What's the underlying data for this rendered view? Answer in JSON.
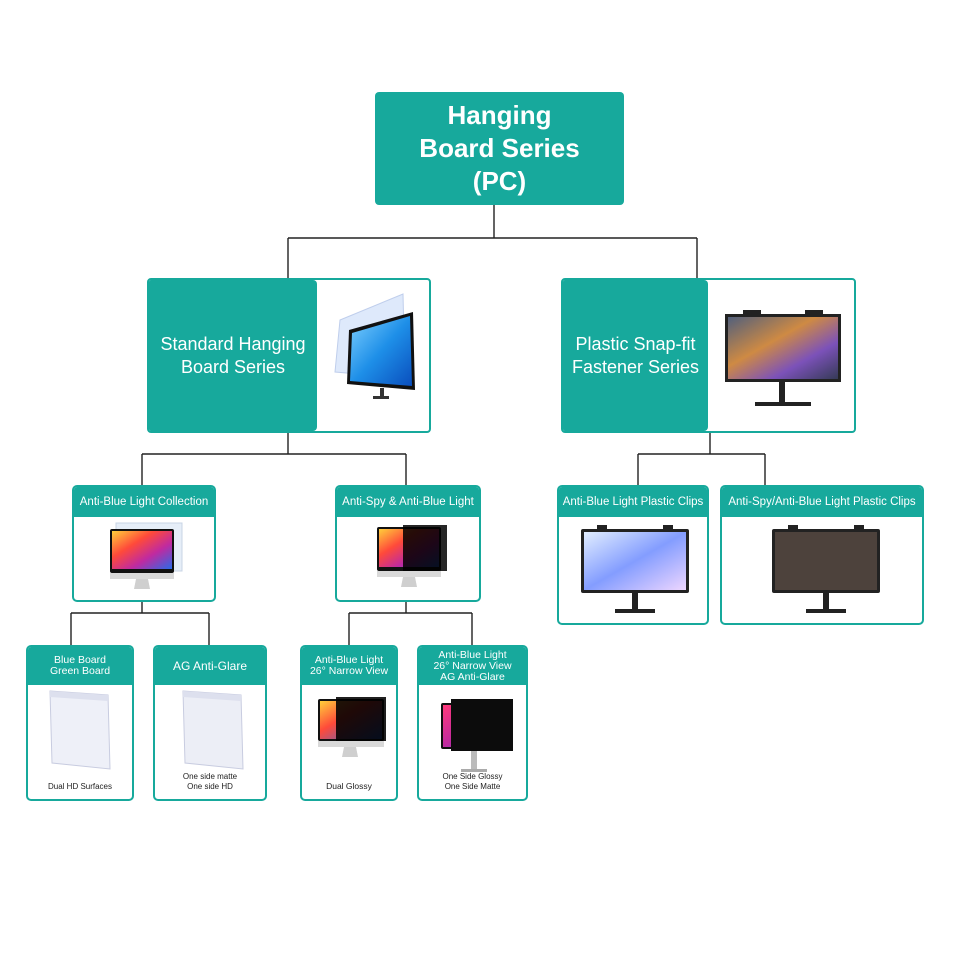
{
  "root": {
    "title": "Hanging\nBoard Series\n(PC)"
  },
  "series": [
    {
      "label": "Standard Hanging\nBoard Series",
      "image_icon": "monitor-with-blue-light-board-icon"
    },
    {
      "label": "Plastic Snap-fit\nFastener Series",
      "image_icon": "monitor-with-clip-filter-icon"
    }
  ],
  "collections": [
    {
      "title": "Anti-Blue Light Collection",
      "image_icon": "colorful-monitor-with-board-icon"
    },
    {
      "title": "Anti-Spy & Anti-Blue Light",
      "image_icon": "privacy-monitor-icon"
    },
    {
      "title": "Anti-Blue Light Plastic Clips",
      "image_icon": "monitor-with-clear-clip-filter-icon"
    },
    {
      "title": "Anti-Spy/Anti-Blue Light Plastic Clips",
      "image_icon": "monitor-with-dark-clip-filter-icon"
    }
  ],
  "variants": [
    {
      "title": "Blue Board\nGreen Board",
      "caption": "Dual HD Surfaces",
      "image_icon": "clear-acrylic-board-icon"
    },
    {
      "title": "AG Anti-Glare",
      "caption": "One side matte\nOne side HD",
      "image_icon": "matte-acrylic-board-icon"
    },
    {
      "title": "Anti-Blue Light\n26° Narrow View",
      "caption": "Dual Glossy",
      "image_icon": "privacy-filter-monitor-icon"
    },
    {
      "title": "Anti-Blue Light\n26° Narrow View\nAG Anti-Glare",
      "caption": "One Side Glossy\nOne Side Matte",
      "image_icon": "dark-privacy-filter-monitor-icon"
    }
  ],
  "colors": {
    "teal": "#17a99c",
    "connector": "#222222"
  }
}
